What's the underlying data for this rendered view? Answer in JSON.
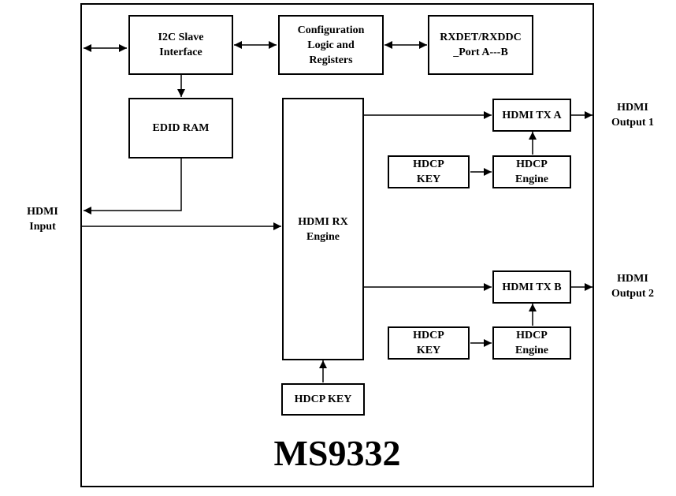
{
  "chip_name": "MS9332",
  "blocks": {
    "i2c": "I2C Slave\nInterface",
    "config": "Configuration\nLogic and\nRegisters",
    "rxdet": "RXDET/RXDDC\n_Port A---B",
    "edid": "EDID RAM",
    "rx_engine": "HDMI RX\nEngine",
    "hdcp_key_rx": "HDCP KEY",
    "tx_a": "HDMI TX A",
    "tx_b": "HDMI TX B",
    "hdcp_key_a": "HDCP\nKEY",
    "hdcp_engine_a": "HDCP\nEngine",
    "hdcp_key_b": "HDCP\nKEY",
    "hdcp_engine_b": "HDCP\nEngine"
  },
  "external": {
    "input": "HDMI\nInput",
    "output1": "HDMI\nOutput 1",
    "output2": "HDMI\nOutput 2"
  }
}
